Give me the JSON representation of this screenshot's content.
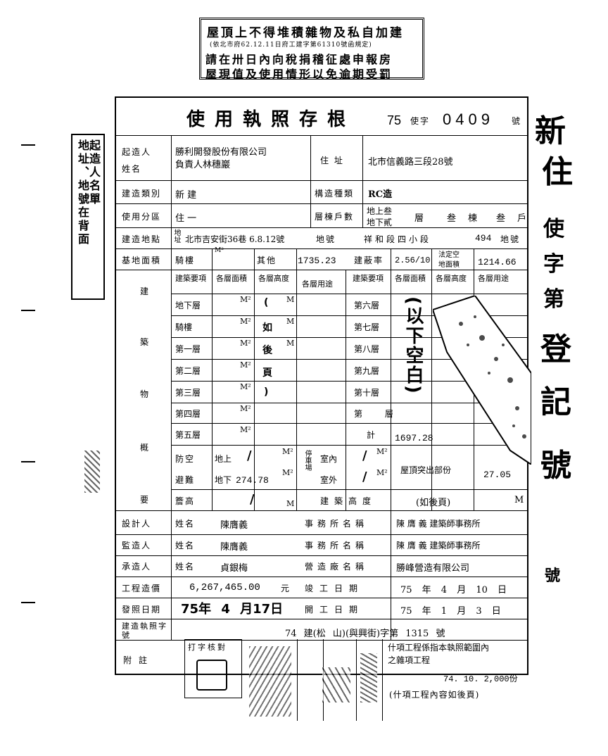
{
  "top_stamp": {
    "line1": "屋頂上不得堆積雜物及私自加建",
    "line2": "(依北市府62.12.11日府工建字第61310號函規定)",
    "line3": "請在卅日內向稅捐稽征處申報房",
    "line4": "屋現值及使用情形以免逾期受罰"
  },
  "side_stamp": {
    "col1": "起造人名單",
    "col2": "地址、地號在背面",
    "col1b": "地址"
  },
  "header": {
    "title": "使用執照存根",
    "year": "75",
    "word": "使字",
    "number": "0409",
    "suffix": "號"
  },
  "builder": {
    "label1": "起造人",
    "label2": "姓名",
    "name_line1": "勝利開發股份有限公司",
    "name_line2": "負責人林穗巖",
    "address_label": "住 址",
    "address": "北市信義路三段28號"
  },
  "building_type": {
    "label": "建造類別",
    "value": "新 建",
    "struct_label": "構造種類",
    "struct_value": "RC造"
  },
  "use_zone": {
    "label": "使用分區",
    "value": "住 一",
    "floors_label": "層棟戶數",
    "above": "地上叁",
    "below": "地下貳",
    "u1": "層",
    "u2": "叁",
    "u3": "棟",
    "u4": "叁",
    "u5": "戶"
  },
  "location": {
    "label": "建造地點",
    "addr_tag": "地址",
    "addr": "北市吉安街36巷 6.8.12號",
    "lot_label": "地號",
    "lot_district": "祥和段四小段",
    "lot_no": "494",
    "lot_suffix": "地號"
  },
  "area": {
    "label": "基地面積",
    "roof_label": "騎樓",
    "unit": "M²",
    "other_label": "其他",
    "other_value": "1735.23",
    "coverage_label": "建蔽率",
    "coverage_value": "2.56/10",
    "legal_label1": "法定空",
    "legal_label2": "地面積",
    "legal_value": "1214.66"
  },
  "structure": {
    "section_label": [
      "建",
      "築",
      "物",
      "概",
      "要"
    ],
    "col_headers": [
      "建築要項",
      "各層面積",
      "各層高度",
      "各層用途",
      "建築要項",
      "各層面積",
      "各層高度",
      "各層用途"
    ],
    "left_rows": [
      "地下層",
      "騎樓",
      "第一層",
      "第二層",
      "第三層",
      "第四層",
      "第五層"
    ],
    "right_rows": [
      "第六層",
      "第七層",
      "第八層",
      "第九層",
      "第十層",
      "第 層",
      "計"
    ],
    "height_note": [
      "(",
      "如",
      "後",
      "頁",
      ")"
    ],
    "blank_note": "(以下空白)",
    "total_area": "1697.28",
    "unit": "M²",
    "h_unit": "M"
  },
  "shelter": {
    "label1": "防空",
    "label2": "避難",
    "above": "地上",
    "below": "地下",
    "below_value": "274.78",
    "parking_label": "停車場",
    "indoor": "室內",
    "outdoor": "室外",
    "roof_label": "屋頂突出部份",
    "roof_value": "27.05",
    "unit": "M²"
  },
  "eaves": {
    "label": "簷高",
    "h_label": "建築高度",
    "h_value": "(如後頁)",
    "unit": "M"
  },
  "people": [
    {
      "role": "設計人",
      "name_label": "姓名",
      "name": "陳膺義",
      "org_label": "事務所名稱",
      "org": "陳 膺 義 建築師事務所"
    },
    {
      "role": "監造人",
      "name_label": "姓名",
      "name": "陳膺義",
      "org_label": "事務所名稱",
      "org": "陳 膺 義 建築師事務所"
    },
    {
      "role": "承造人",
      "name_label": "姓名",
      "name": "貞銀梅",
      "org_label": "營造廠名稱",
      "org": "勝峰營造有限公司"
    }
  ],
  "cost": {
    "label": "工程造價",
    "value": "6,267,465.00",
    "unit": "元",
    "finish_label": "竣工日期",
    "finish": "75 年 4 月 10 日"
  },
  "issue": {
    "label": "發照日期",
    "value": "75年 4 月17日",
    "start_label": "開工日期",
    "start": "75 年 1 月 3 日"
  },
  "permit_ref": {
    "label": "建造執照字號",
    "value": "74 建(松 山)(與興街)字第 1315 號"
  },
  "notes": {
    "label": "附註",
    "text1": "什項工程係指本執照範圍內",
    "text2": "之雜項工程",
    "print_info": "74. 10. 2,000份",
    "footer": "(什項工程內容如後頁)"
  },
  "seals": {
    "box_label": "打字核對"
  },
  "right_fragments": [
    "新",
    "住",
    "使",
    "字",
    "第",
    "號",
    "登",
    "記",
    "號"
  ]
}
